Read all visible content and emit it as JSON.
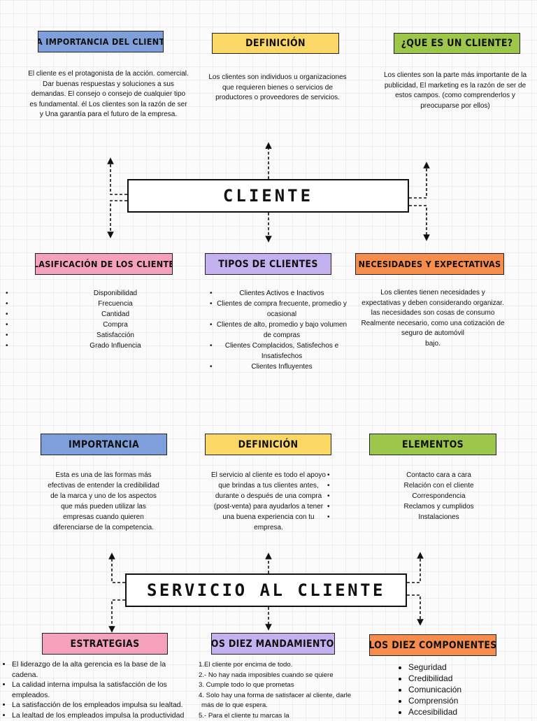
{
  "colors": {
    "blue": "#7f9fdc",
    "yellow": "#fbd866",
    "green": "#9cc74a",
    "pink": "#f5a1bb",
    "lavender": "#c3b2ef",
    "orange": "#f78d4c"
  },
  "cliente": {
    "center": "CLIENTE",
    "importancia": {
      "title": "LA IMPORTANCIA DEL CLIENTE",
      "text": "El cliente es el protagonista de la acción. comercial. Dar buenas respuestas y soluciones a sus demandas. El consejo o consejo de cualquier tipo es fundamental. él Los clientes son la razón de ser y Una garantía para el futuro de la empresa."
    },
    "definicion": {
      "title": "DEFINICIÓN",
      "text": "Los clientes son individuos u organizaciones que requieren bienes o servicios de productores o proveedores de servicios."
    },
    "que_es": {
      "title": "¿QUE ES UN CLIENTE?",
      "text": "Los clientes son la parte más importante de la publicidad, El marketing es la razón de ser de estos campos. (como comprenderlos y preocuparse por ellos)"
    },
    "clasificacion": {
      "title": "CLASIFICACIÓN DE LOS CLIENTES",
      "items": [
        "Disponibilidad",
        "Frecuencia",
        "Cantidad",
        "Compra",
        "Satisfacción",
        "Grado Influencia"
      ]
    },
    "tipos": {
      "title": "TIPOS DE CLIENTES",
      "items": [
        "Clientes Activos e Inactivos",
        "Clientes de compra frecuente, promedio y ocasional",
        "Clientes de alto, promedio y bajo volumen de compras",
        "Clientes Complacidos, Satisfechos e Insatisfechos",
        "Clientes Influyentes"
      ]
    },
    "necesidades": {
      "title": "NECESIDADES Y EXPECTATIVAS",
      "text1": "Los clientes tienen necesidades y expectativas y deben considerando organizar. las necesidades son cosas de consumo",
      "text2": "Realmente necesario, como una cotización de seguro de automóvil",
      "text3": "bajo."
    }
  },
  "servicio": {
    "center": "SERVICIO AL CLIENTE",
    "importancia": {
      "title": "IMPORTANCIA",
      "text": "Esta es una de las formas más efectivas de entender la credibilidad de la marca y uno de los aspectos que más pueden utilizar las empresas cuando quieren diferenciarse de la competencia."
    },
    "definicion": {
      "title": "DEFINICIÓN",
      "text": "El servicio al cliente es todo el apoyo que brindas a tus clientes antes, durante o después de una compra (post-venta) para ayudarlos a tener una buena experiencia con tu empresa."
    },
    "elementos": {
      "title": "ELEMENTOS",
      "items": [
        "Contacto cara a cara",
        "Relación con el cliente",
        "Correspondencia",
        "Reclamos y cumplidos",
        "Instalaciones"
      ]
    },
    "estrategias": {
      "title": "ESTRATEGIAS",
      "items": [
        "El liderazgo de  la alta gerencia es la base de la cadena.",
        "La calidad interna impulsa la satisfacción de los empleados.",
        "La satisfacción de los empleados impulsa su lealtad.",
        "La lealtad de los empleados impulsa la productividad"
      ]
    },
    "mandamientos": {
      "title": "LOS DIEZ MANDAMIENTOS",
      "items": [
        "1.El cliente por encima de todo.",
        "2.- No hay nada imposibles cuando se quiere",
        "3. Cumple todo lo que prometas",
        "4. Solo hay una forma de satisfacer al cliente, darle",
        "más de lo que espera.",
        "5.- Para el cliente tu marcas la"
      ]
    },
    "componentes": {
      "title": "LOS DIEZ COMPONENTES",
      "items": [
        "Seguridad",
        "Credibilidad",
        "Comunicación",
        "Comprensión",
        "Accesibilidad"
      ]
    }
  }
}
